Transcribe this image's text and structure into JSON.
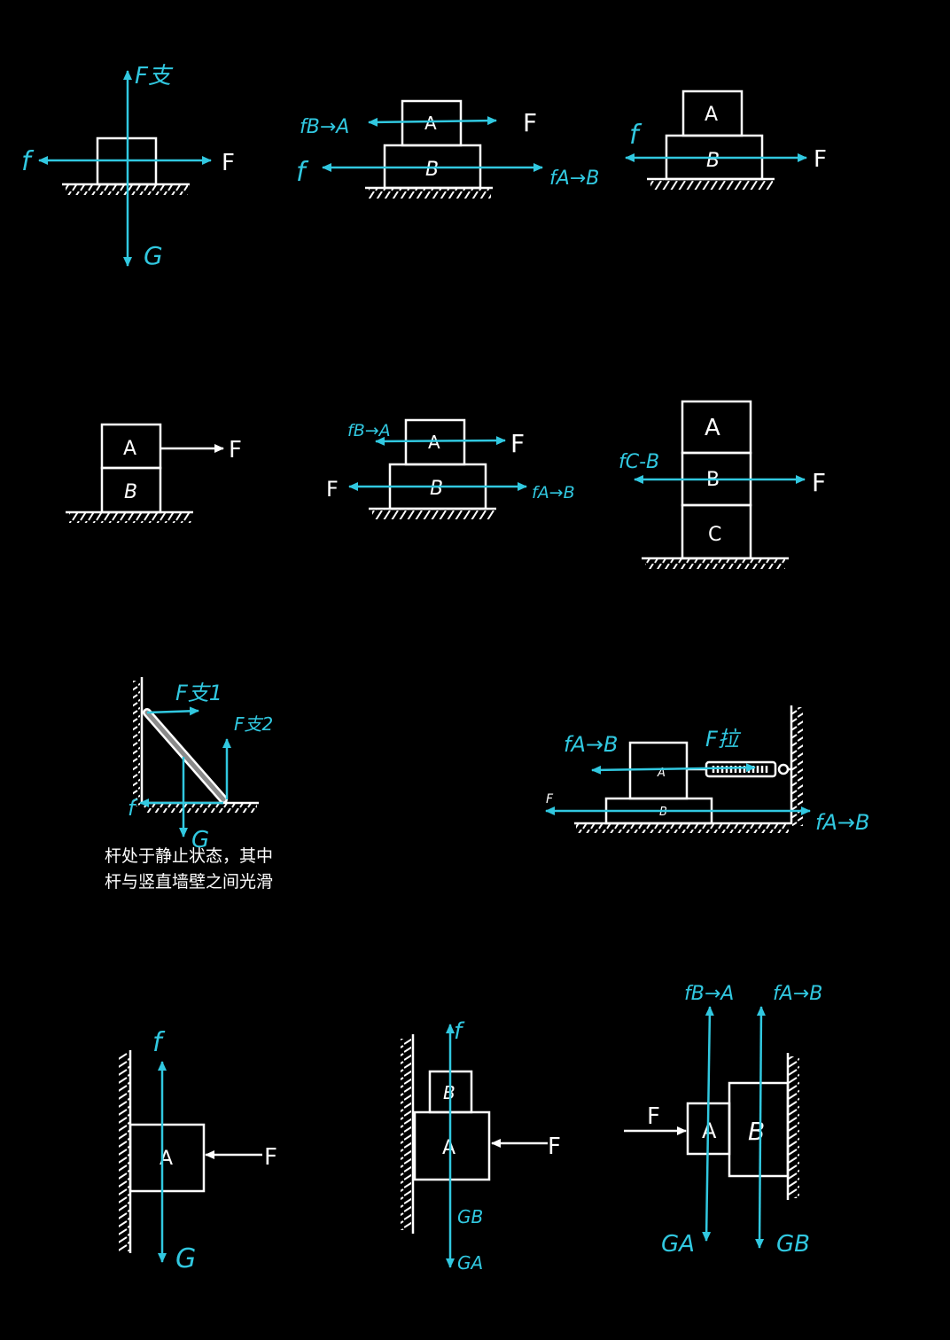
{
  "colors": {
    "background": "#000000",
    "structure": "#ffffff",
    "force": "#31c8e0"
  },
  "fig1": {
    "up": "F支",
    "down": "G",
    "left": "f",
    "right": "F"
  },
  "fig2": {
    "A": "A",
    "B": "B",
    "fBA": "fB→A",
    "F": "F",
    "f": "f",
    "fAB": "fA→B"
  },
  "fig3": {
    "A": "A",
    "B": "B",
    "f": "f",
    "F": "F"
  },
  "fig4": {
    "A": "A",
    "B": "B",
    "F": "F"
  },
  "fig5": {
    "A": "A",
    "B": "B",
    "fBA": "fB→A",
    "F_top": "F",
    "F_left": "F",
    "fAB": "fA→B"
  },
  "fig6": {
    "A": "A",
    "B": "B",
    "C": "C",
    "fCB": "fC-B",
    "F": "F"
  },
  "fig7": {
    "F1": "F支1",
    "F2": "F支2",
    "f": "f",
    "G": "G",
    "caption_line1": "杆处于静止状态，其中",
    "caption_line2": "杆与竖直墙壁之间光滑"
  },
  "fig8": {
    "A": "A",
    "B": "B",
    "fAB_top": "fA→B",
    "Fla": "F拉",
    "F": "F",
    "fAB_right": "fA→B"
  },
  "fig9": {
    "A": "A",
    "f": "f",
    "G": "G",
    "F": "F"
  },
  "fig10": {
    "A": "A",
    "B": "B",
    "f": "f",
    "GB": "GB",
    "GA": "GA",
    "F": "F"
  },
  "fig11": {
    "A": "A",
    "B": "B",
    "fBA": "fB→A",
    "fAB": "fA→B",
    "F": "F",
    "GA": "GA",
    "GB": "GB"
  }
}
